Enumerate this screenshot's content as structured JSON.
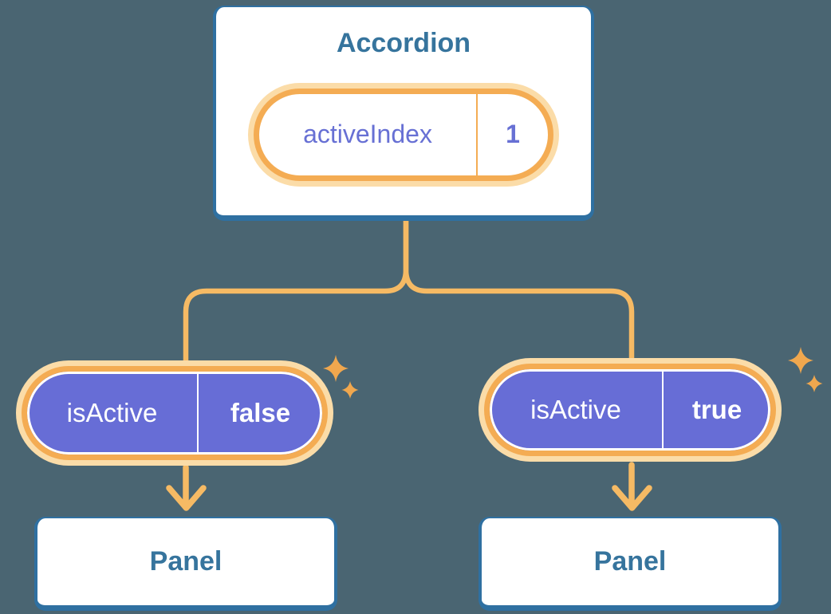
{
  "colors": {
    "background": "#4A6572",
    "card_fill": "#FFFFFF",
    "card_border_blue": "#2F70A1",
    "title_blue": "#36749D",
    "connector_orange": "#F6BA64",
    "ring_outer_cream": "#FBDCA8",
    "ring_inner_orange": "#F4AC53",
    "sparkle_orange": "#F0A74E",
    "pill_purple": "#676DD6",
    "pill_text_purple": "#6770D4",
    "pill_text_white": "#FFFFFF"
  },
  "accordion_card": {
    "title": "Accordion",
    "state_pill": {
      "label": "activeIndex",
      "value": "1"
    }
  },
  "left_branch": {
    "prop_pill": {
      "label": "isActive",
      "value": "false"
    },
    "panel": {
      "title": "Panel"
    }
  },
  "right_branch": {
    "prop_pill": {
      "label": "isActive",
      "value": "true"
    },
    "panel": {
      "title": "Panel"
    }
  },
  "icons": {
    "sparkle": "sparkle-icon",
    "arrow_down": "arrow-down-icon"
  }
}
